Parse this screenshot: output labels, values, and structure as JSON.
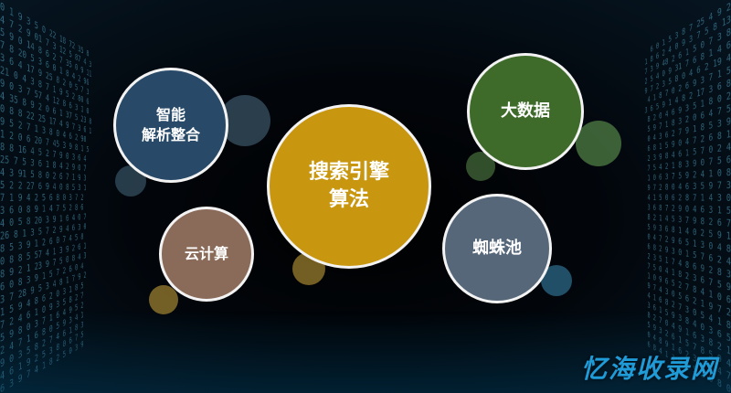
{
  "bubbles": {
    "intelligent": {
      "line1": "智能",
      "line2": "解析整合",
      "color": "#284a68"
    },
    "search": {
      "line1": "搜索引擎",
      "line2": "算法",
      "color": "#c8960f"
    },
    "bigdata": {
      "label": "大数据",
      "color": "#3f6b2a"
    },
    "cloud": {
      "label": "云计算",
      "color": "#8a6a58"
    },
    "spider": {
      "label": "蜘蛛池",
      "color": "#56677a"
    }
  },
  "watermark": "忆海收录网",
  "colors": {
    "background": "#000000",
    "border": "#f3f3f3",
    "rain": "#4fa8c8",
    "watermark": "#1f9bd8"
  }
}
